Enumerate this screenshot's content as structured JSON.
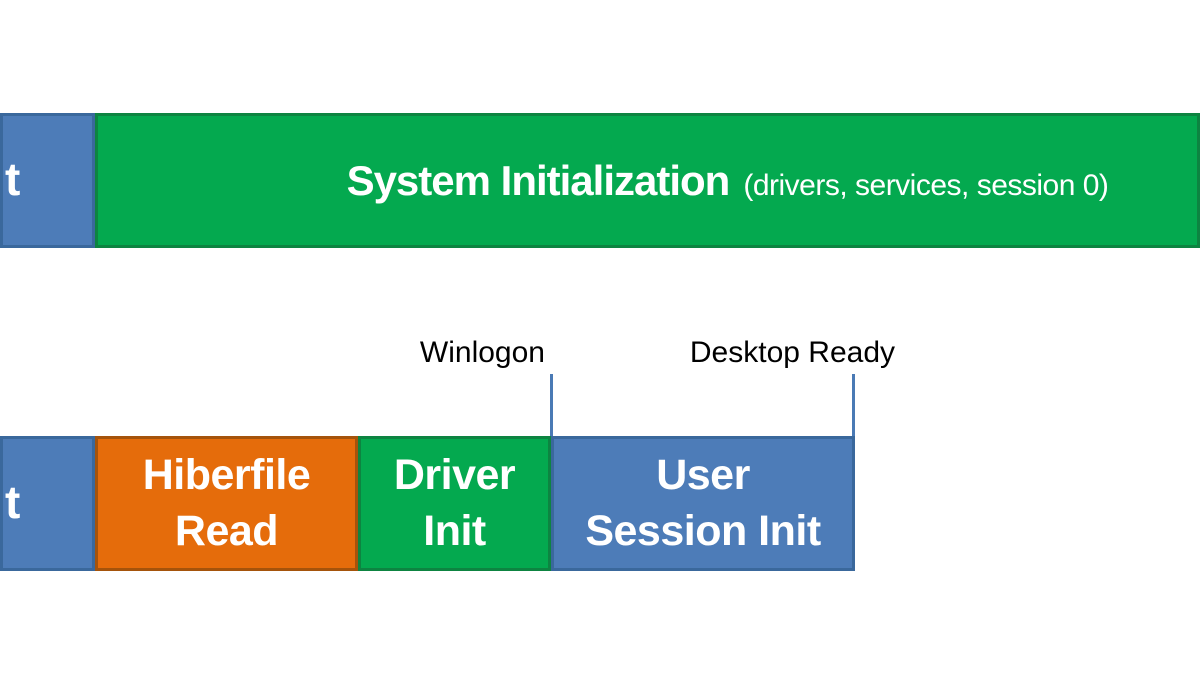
{
  "colors": {
    "background": "#ffffff",
    "blue_fill": "#4d7cb8",
    "blue_border": "#3a689c",
    "green_fill": "#04a94f",
    "green_border": "#0d8441",
    "orange_fill": "#e56c0b",
    "orange_border": "#a5530b",
    "tick_line": "#4a7ab5",
    "annotation_text": "#000000",
    "bar_text": "#ffffff"
  },
  "top_bar": {
    "post_partial": "t",
    "system_init": {
      "title": "System Initialization",
      "detail": "(drivers, services, session 0)"
    }
  },
  "bottom_bar": {
    "post_partial": "t",
    "hiberfile": {
      "line1": "Hiberfile",
      "line2": "Read"
    },
    "driver": {
      "line1": "Driver",
      "line2": "Init"
    },
    "user_session": {
      "line1": "User",
      "line2": "Session Init"
    }
  },
  "annotations": {
    "winlogon": {
      "label": "Winlogon"
    },
    "desktop_ready": {
      "label": "Desktop Ready"
    }
  }
}
